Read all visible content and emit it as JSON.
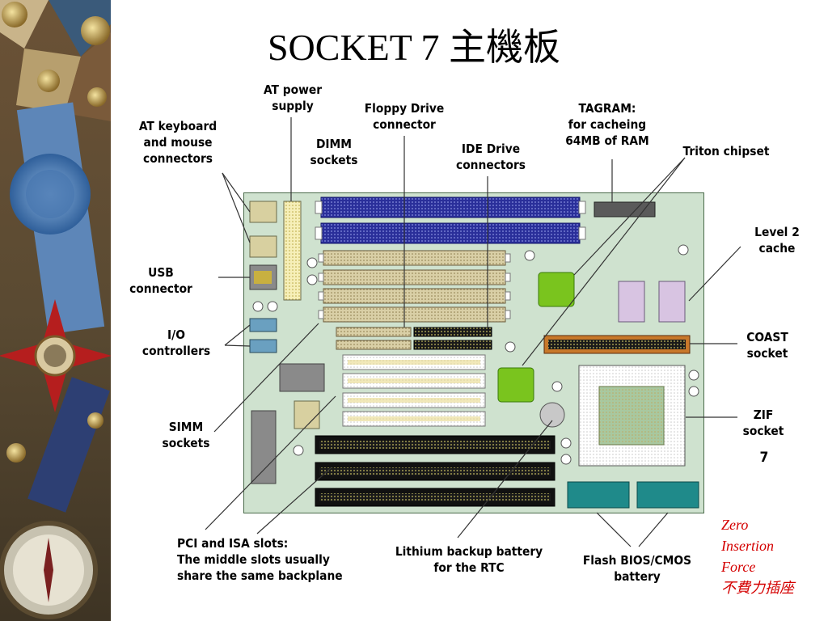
{
  "slide": {
    "title": "SOCKET 7 主機板",
    "background": "#ffffff",
    "board_color": "#cfe2cf"
  },
  "labels": {
    "at_power_supply": "AT power\nsupply",
    "floppy_drive_connector": "Floppy Drive\nconnector",
    "tagram": "TAGRAM:\nfor cacheing\n64MB of RAM",
    "at_keyboard": "AT keyboard\nand mouse\nconnectors",
    "dimm_sockets": "DIMM\nsockets",
    "ide_drive_connectors": "IDE Drive\nconnectors",
    "triton_chipset": "Triton chipset",
    "level2_cache": "Level 2\ncache",
    "usb_connector": "USB\nconnector",
    "io_controllers": "I/O\ncontrollers",
    "coast_socket": "COAST\nsocket",
    "simm_sockets": "SIMM\nsockets",
    "zif_socket": "ZIF\nsocket",
    "zif_number": "7",
    "pci_isa_slots": "PCI and ISA slots:\nThe middle slots usually\nshare the same backplane",
    "lithium_battery": "Lithium backup battery\nfor the RTC",
    "flash_bios": "Flash BIOS/CMOS\nbattery"
  },
  "note": {
    "line1": "Zero",
    "line2": "Insertion",
    "line3": "Force",
    "line4": "不費力插座",
    "color": "#d40000"
  },
  "decor": {
    "panel": "vintage medals, ribbon and compass photograph"
  }
}
